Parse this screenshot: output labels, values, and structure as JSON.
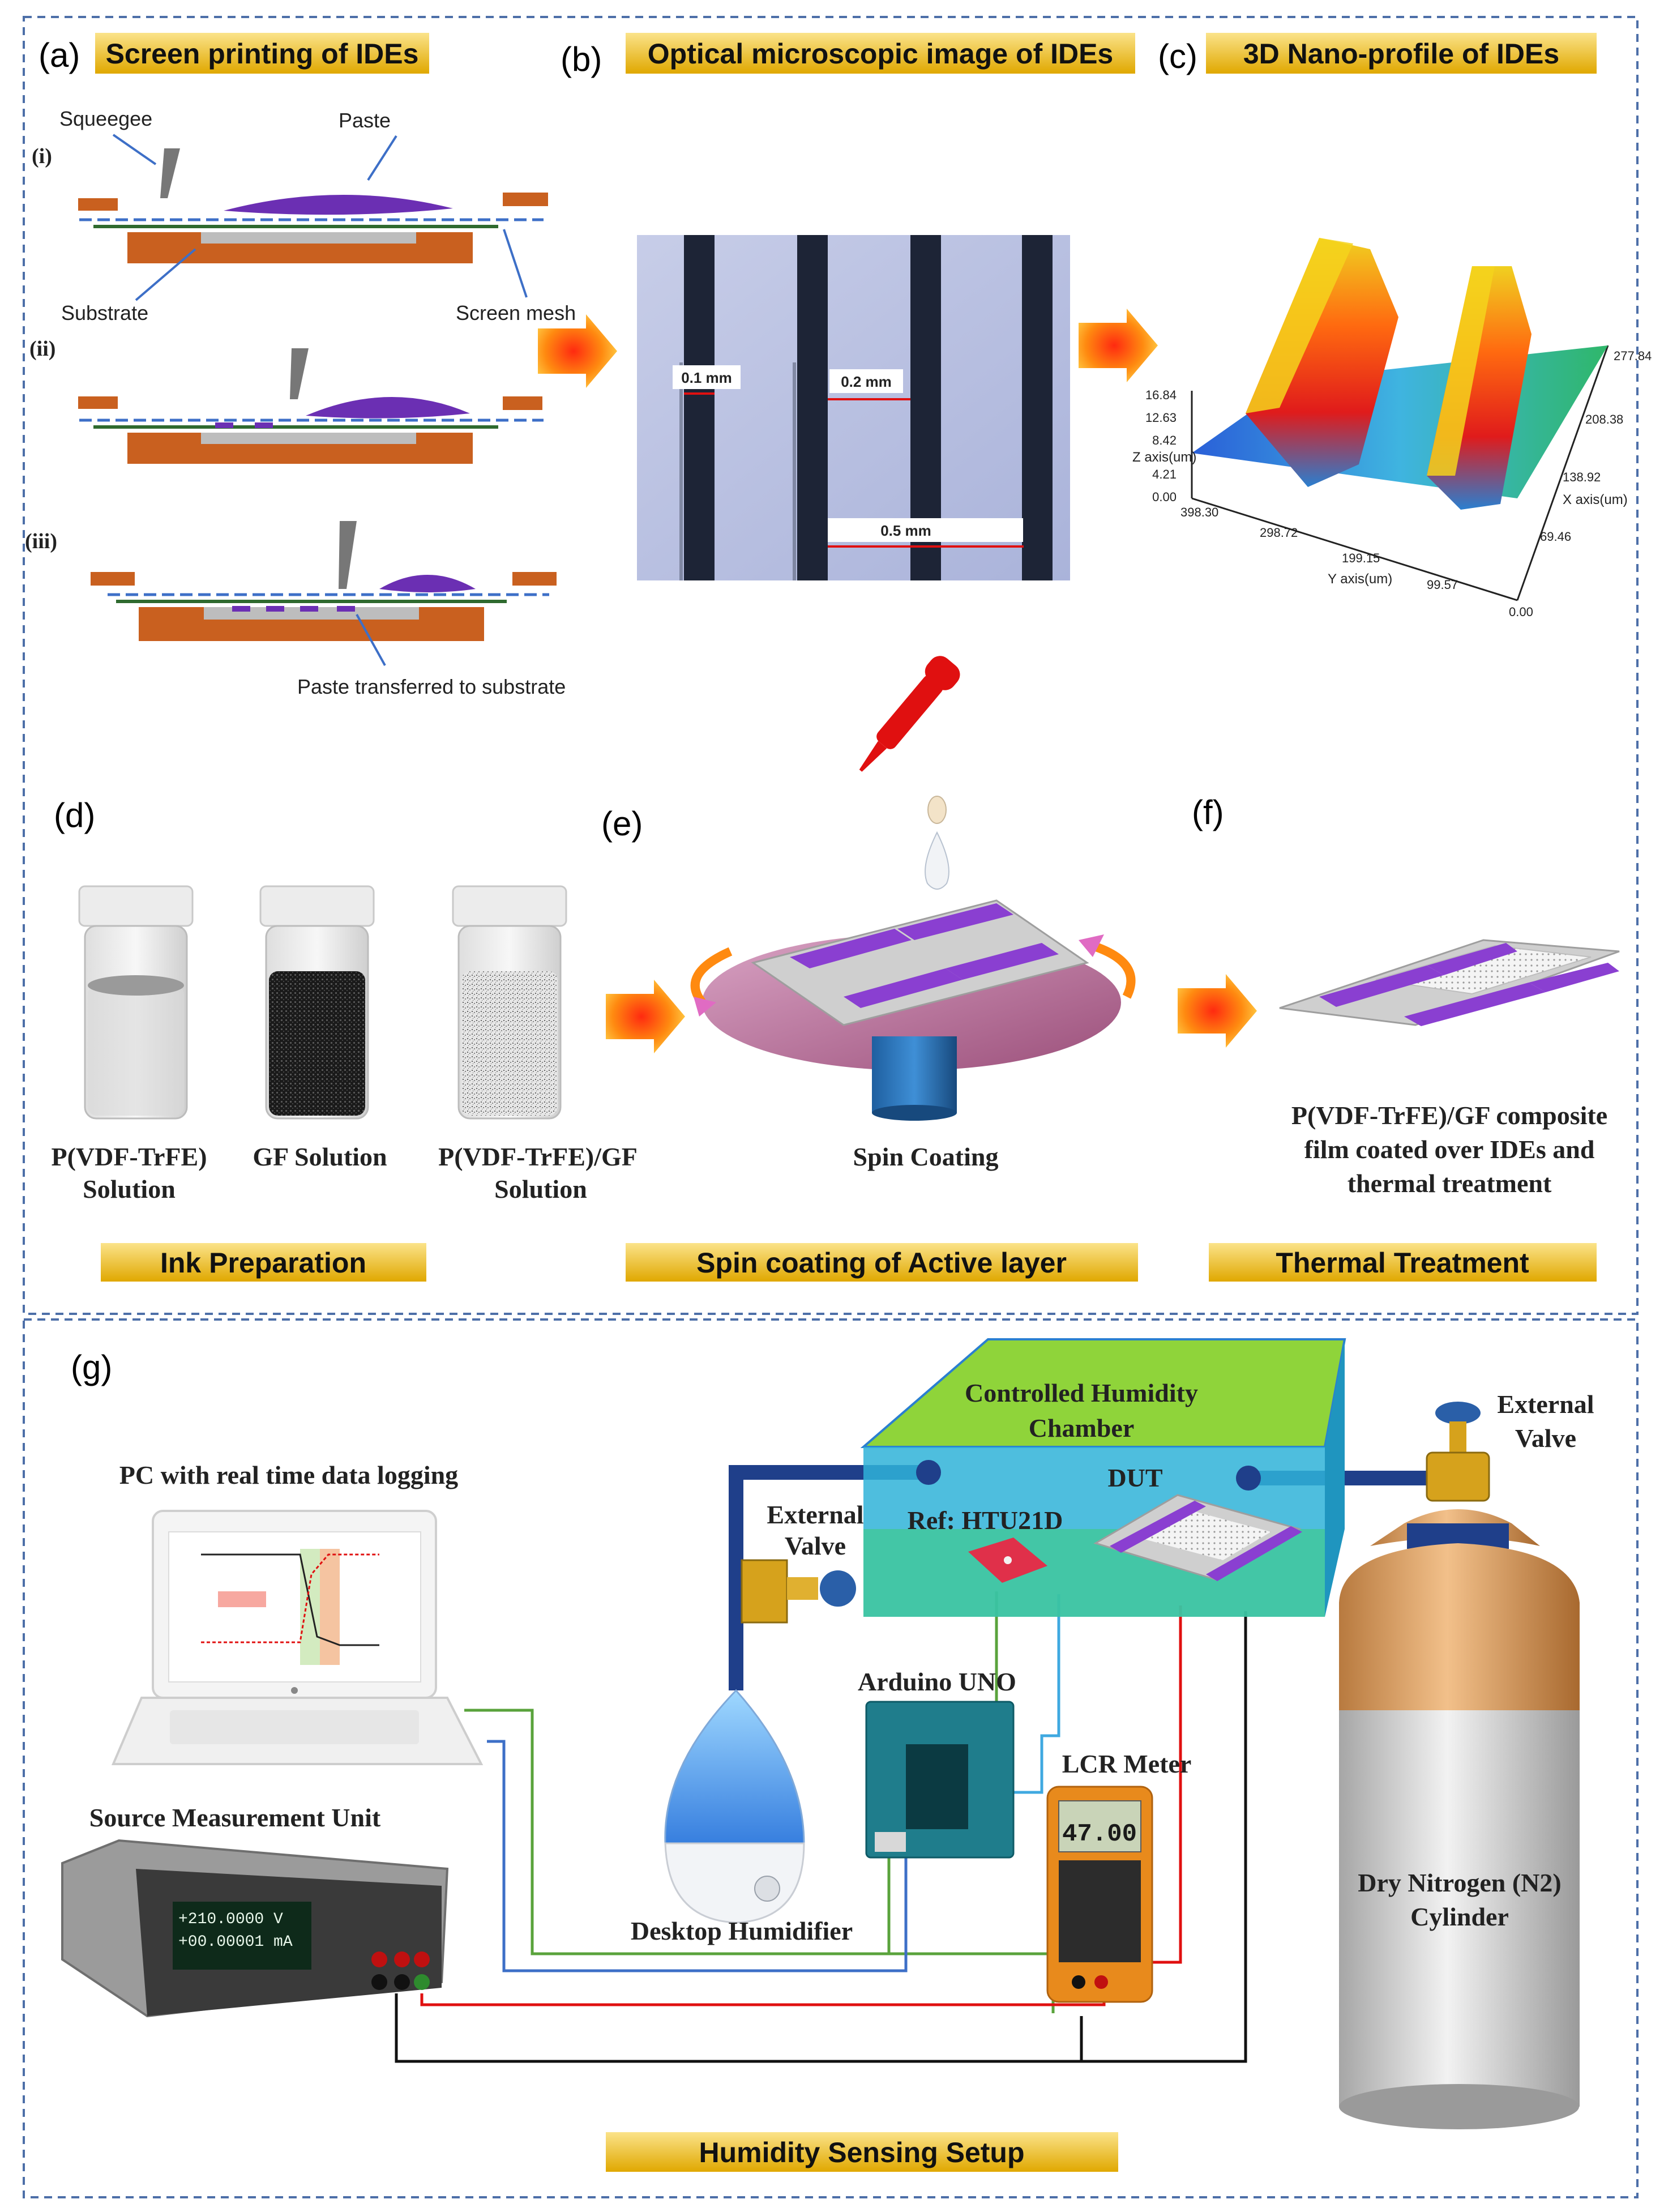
{
  "colors": {
    "banner_top": "#fbe38a",
    "banner_bottom": "#e0a800",
    "frame": "#4d6fa8",
    "substrate": "#c9601f",
    "paste": "#6b2fb3",
    "electrode": "#8a3fd1",
    "wire_red": "#e01010",
    "wire_blue": "#3d6fc7",
    "wire_green": "#5aa33c",
    "wire_black": "#111111",
    "chamber_top": "#8fd43a",
    "chamber_side": "#2fb3d8",
    "cylinder": "#d9a066",
    "cylinder_blue": "#1f3f8a"
  },
  "panel_a": {
    "label": "(a)",
    "banner": "Screen printing of IDEs",
    "steps": [
      "(i)",
      "(ii)",
      "(iii)"
    ],
    "labels": {
      "squeegee": "Squeegee",
      "paste": "Paste",
      "substrate": "Substrate",
      "screen_mesh": "Screen mesh",
      "transferred": "Paste transferred to substrate"
    }
  },
  "panel_b": {
    "label": "(b)",
    "banner": "Optical microscopic image of IDEs",
    "scale_labels": [
      "0.1 mm",
      "0.2 mm",
      "0.5 mm"
    ]
  },
  "panel_c": {
    "label": "(c)",
    "banner": "3D Nano-profile of IDEs",
    "z_ticks": [
      "16.84",
      "12.63",
      "8.42",
      "4.21",
      "0.00"
    ],
    "z_label": "Z axis(um)",
    "y_ticks": [
      "398.30",
      "298.72",
      "199.15",
      "99.57",
      "0.00"
    ],
    "y_label": "Y axis(um)",
    "x_ticks": [
      "277.84",
      "208.38",
      "138.92",
      "69.46",
      "0.00"
    ],
    "x_label": "X axis(um)"
  },
  "panel_d": {
    "label": "(d)",
    "vials": [
      {
        "line1": "P(VDF-TrFE)",
        "line2": "Solution"
      },
      {
        "line1": "GF Solution",
        "line2": ""
      },
      {
        "line1": "P(VDF-TrFE)/GF",
        "line2": "Solution"
      }
    ],
    "banner": "Ink Preparation"
  },
  "panel_e": {
    "label": "(e)",
    "caption": "Spin Coating",
    "banner": "Spin coating of Active layer"
  },
  "panel_f": {
    "label": "(f)",
    "caption_lines": [
      "P(VDF-TrFE)/GF composite",
      "film coated over IDEs and",
      "thermal treatment"
    ],
    "banner": "Thermal Treatment"
  },
  "panel_g": {
    "label": "(g)",
    "pc_label": "PC with real time data logging",
    "smu_label": "Source Measurement Unit",
    "smu_readout": [
      "+210.0000 V",
      "+00.00001 mA"
    ],
    "lcr_readout": "47.00",
    "chamber_lines": [
      "Controlled Humidity",
      "Chamber"
    ],
    "dut": "DUT",
    "ref": "Ref: HTU21D",
    "valve_left_lines": [
      "External",
      "Valve"
    ],
    "valve_right_lines": [
      "External",
      "Valve"
    ],
    "arduino": "Arduino UNO",
    "lcr": "LCR  Meter",
    "humidifier": "Desktop Humidifier",
    "cylinder_lines": [
      "Dry Nitrogen (N2)",
      "Cylinder"
    ],
    "banner": "Humidity Sensing Setup"
  }
}
